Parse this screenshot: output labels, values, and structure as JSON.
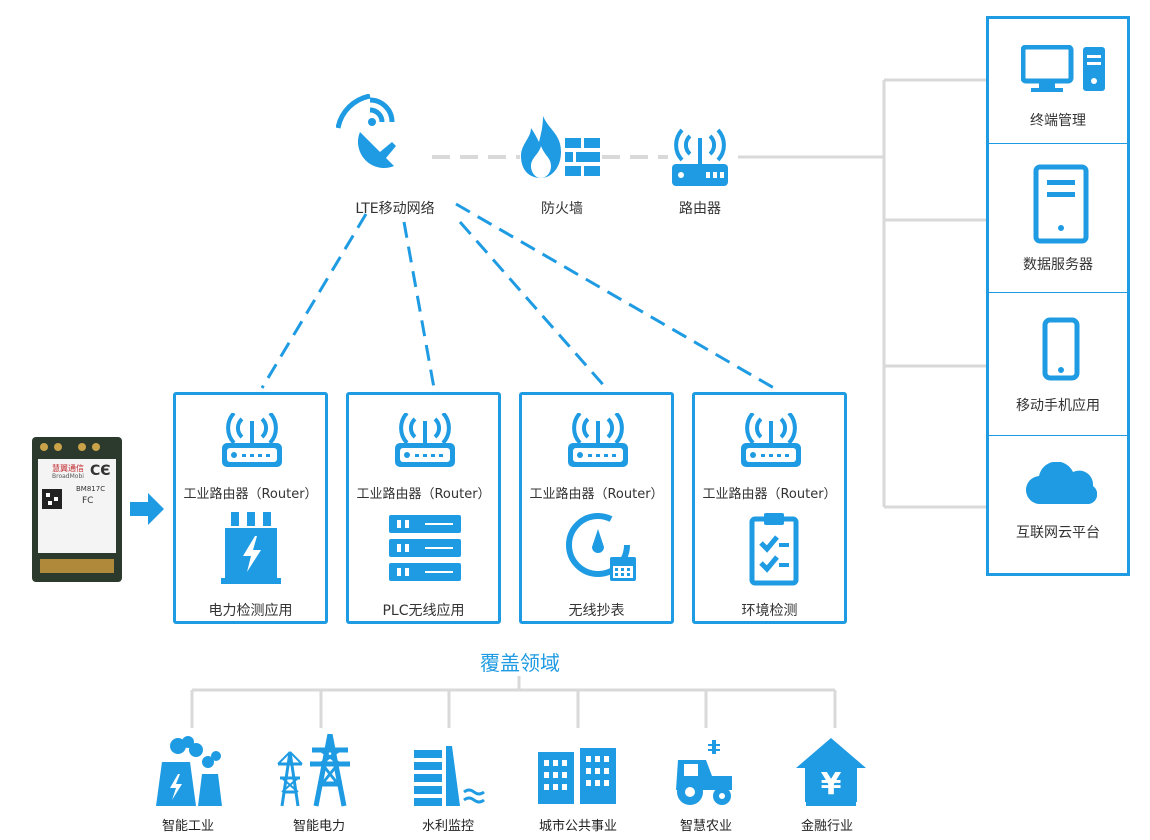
{
  "top": {
    "lte_label": "LTE移动网络",
    "firewall_label": "防火墙",
    "router_label": "路由器"
  },
  "cards": [
    {
      "router_label": "工业路由器（Router）",
      "app_label": "电力检测应用",
      "app_icon": "transformer-icon"
    },
    {
      "router_label": "工业路由器（Router）",
      "app_label": "PLC无线应用",
      "app_icon": "server-rack-icon"
    },
    {
      "router_label": "工业路由器（Router）",
      "app_label": "无线抄表",
      "app_icon": "meter-gauge-icon"
    },
    {
      "router_label": "工业路由器（Router）",
      "app_label": "环境检测",
      "app_icon": "clipboard-check-icon"
    }
  ],
  "side_panel": [
    {
      "label": "终端管理",
      "icon": "desktop-computer-icon"
    },
    {
      "label": "数据服务器",
      "icon": "data-server-icon"
    },
    {
      "label": "移动手机应用",
      "icon": "mobile-phone-icon"
    },
    {
      "label": "互联网云平台",
      "icon": "cloud-icon"
    }
  ],
  "module": {
    "brand": "慧翼通信",
    "brand_en": "BroadMobi",
    "model": "BM817C",
    "icon": "lte-module-image"
  },
  "coverage": {
    "title": "覆盖领域",
    "items": [
      {
        "label": "智能工业",
        "icon": "factory-icon"
      },
      {
        "label": "智能电力",
        "icon": "power-tower-icon"
      },
      {
        "label": "水利监控",
        "icon": "dam-icon"
      },
      {
        "label": "城市公共事业",
        "icon": "city-buildings-icon"
      },
      {
        "label": "智慧农业",
        "icon": "tractor-icon"
      },
      {
        "label": "金融行业",
        "icon": "bank-yuan-icon"
      }
    ]
  },
  "colors": {
    "accent": "#1e9be2",
    "connector": "#d9d9d9"
  }
}
